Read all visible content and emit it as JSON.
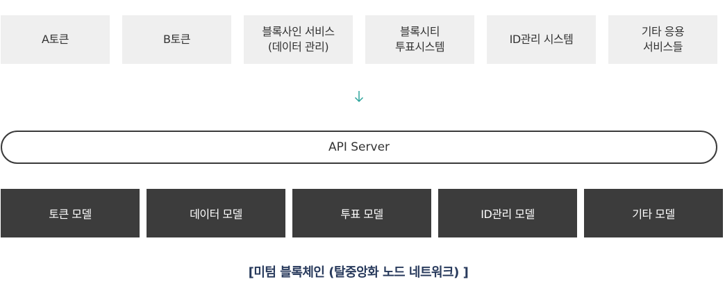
{
  "services": [
    {
      "label": "A토큰"
    },
    {
      "label": "B토큰"
    },
    {
      "label": "블록사인 서비스\n(데이터 관리)"
    },
    {
      "label": "블록시티\n투표시스템"
    },
    {
      "label": "ID관리 시스템"
    },
    {
      "label": "기타 응용\n서비스들"
    }
  ],
  "arrow_icon": "arrow-down-icon",
  "arrow_color": "#2aa39a",
  "api_server": {
    "label": "API Server"
  },
  "models": [
    {
      "label": "토큰 모델"
    },
    {
      "label": "데이터 모델"
    },
    {
      "label": "투표 모델"
    },
    {
      "label": "ID관리 모델"
    },
    {
      "label": "기타 모델"
    }
  ],
  "caption": "[미텀 블록체인 (탈중앙화 노드 네트워크) ]"
}
